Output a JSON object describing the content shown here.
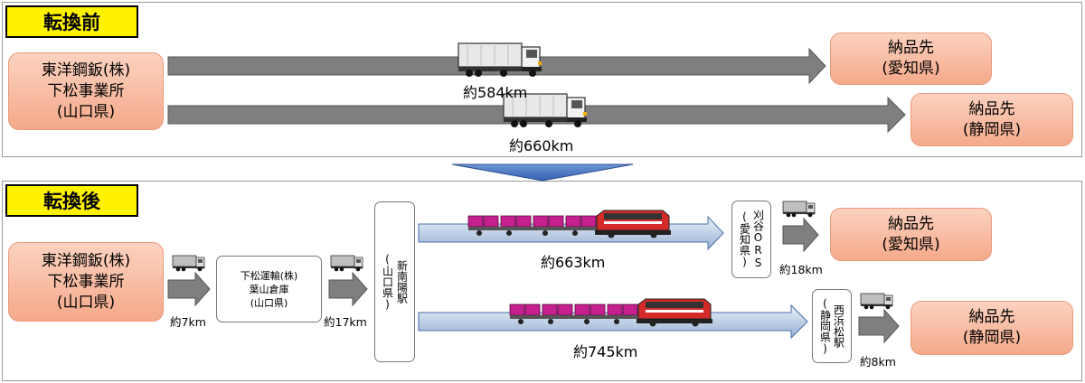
{
  "before": {
    "tag": "転換前",
    "origin": {
      "line1": "東洋鋼鈑(株)",
      "line2": "下松事業所",
      "line3": "(山口県)"
    },
    "dest1": {
      "line1": "納品先",
      "line2": "(愛知県)"
    },
    "dest2": {
      "line1": "納品先",
      "line2": "(静岡県)"
    },
    "distance1": "約584km",
    "distance2": "約660km"
  },
  "after": {
    "tag": "転換後",
    "origin": {
      "line1": "東洋鋼鈑(株)",
      "line2": "下松事業所",
      "line3": "(山口県)"
    },
    "warehouse": {
      "line1": "下松運輸(株)",
      "line2": "葉山倉庫",
      "line3": "(山口県)"
    },
    "station_shin_nanyo": {
      "name": "新南陽駅",
      "pref": "(山口県)"
    },
    "station_kariya": {
      "name": "刈谷ORS",
      "pref": "(愛知県)"
    },
    "station_nishihamamatsu": {
      "name": "西浜松駅",
      "pref": "(静岡県)"
    },
    "dest1": {
      "line1": "納品先",
      "line2": "(愛知県)"
    },
    "dest2": {
      "line1": "納品先",
      "line2": "(静岡県)"
    },
    "dist_origin_to_warehouse": "約7km",
    "dist_warehouse_to_station": "約17km",
    "rail_distance1": "約663km",
    "rail_distance2": "約745km",
    "dist_kariya_to_dest": "約18km",
    "dist_nishihamamatsu_to_dest": "約8km"
  },
  "colors": {
    "tag": "#fff200",
    "dest_box": "#f5a98a",
    "truck_arrow": "#7f7f7f",
    "rail_arrow": "#a8bfdc",
    "transition_arrow": "#4472c4",
    "container": "#c4208e",
    "locomotive": "#d42a2a"
  }
}
